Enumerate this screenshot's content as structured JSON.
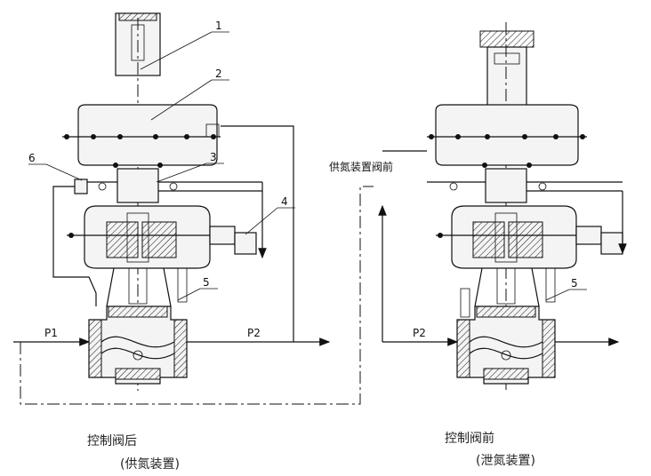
{
  "callouts": [
    "1",
    "2",
    "3",
    "4",
    "5",
    "6",
    "5"
  ],
  "pressure_labels": {
    "left_in": "P1",
    "left_out": "P2",
    "right_in": "P2"
  },
  "annotation": "供氮装置阀前",
  "captions": {
    "left_line1": "控制阀后",
    "left_line2": "(供氮装置)",
    "right_line1": "控制阀前",
    "right_line2": "(泄氮装置)"
  }
}
